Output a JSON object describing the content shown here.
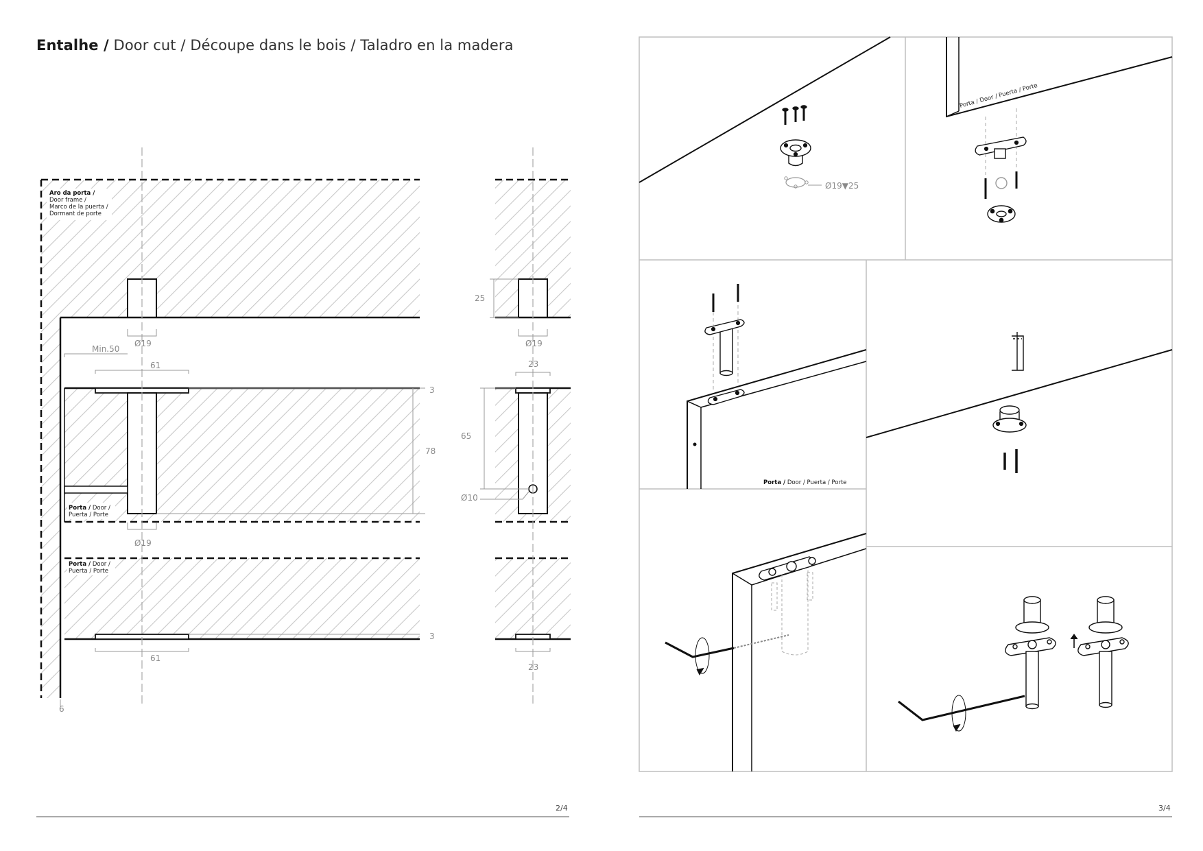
{
  "header": {
    "title_bold": "Entalhe /",
    "title_rest": " Door cut / Découpe dans le bois / Taladro en la madera"
  },
  "labels": {
    "door_frame": [
      "Aro da porta /",
      "Door frame /",
      "Marco de la puerta /",
      "Dormant de porte"
    ],
    "door_upper_bold": "Porta /",
    "door_upper_rest": " Door /",
    "door_upper_line2": "Puerta / Porte",
    "door_lower_bold": "Porta /",
    "door_lower_rest": " Door /",
    "door_lower_line2": "Puerta / Porte",
    "step2_door": "Porta / Door / Puerta / Porte",
    "step3_door_bold": "Porta /",
    "step3_door_rest": " Door / Puerta / Porte"
  },
  "dimensions": {
    "d_top_left": "Ø19",
    "d_top_right": "Ø19",
    "d_depth_25": "25",
    "min50": "Min.50",
    "w61_top": "61",
    "w23_top": "23",
    "t3_top": "3",
    "h78": "78",
    "h65": "65",
    "d10": "Ø10",
    "d19_mid": "Ø19",
    "t3_bottom": "3",
    "w61_bottom": "61",
    "w23_bottom": "23",
    "six": "6",
    "drill_spec": "Ø19▼25"
  },
  "pages": {
    "left": "2/4",
    "right": "3/4"
  },
  "colors": {
    "line": "#111111",
    "hatch": "#c8c8c8",
    "dim": "#8a8a8a",
    "panel": "#bfbfbf"
  }
}
